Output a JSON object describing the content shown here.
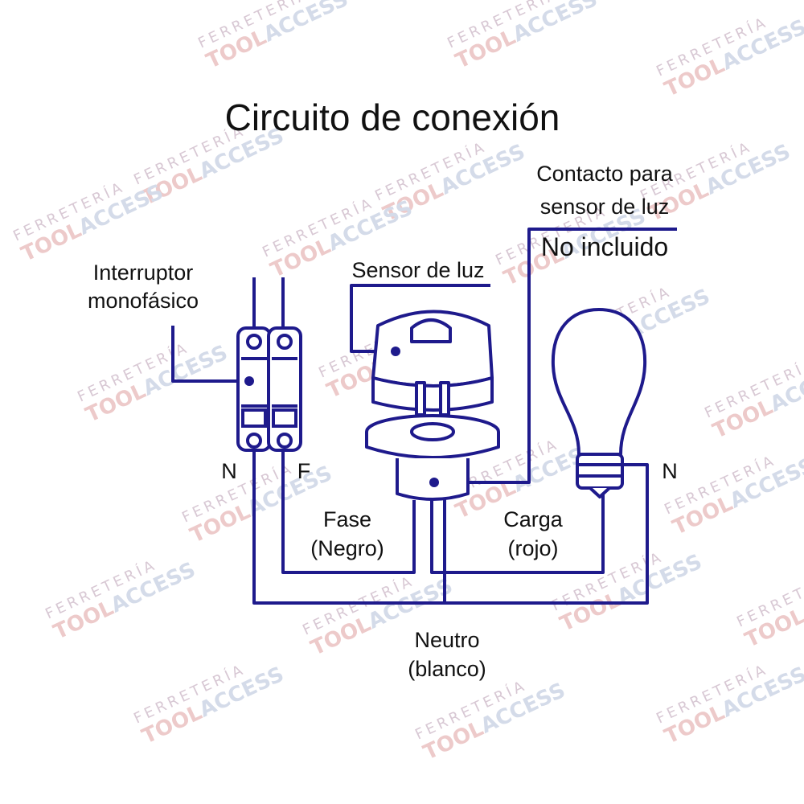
{
  "title": "Circuito de conexión",
  "watermark": {
    "line1": "FERRETERÍA",
    "line2a": "TOOL",
    "line2b": "ACCESS"
  },
  "labels": {
    "switch": [
      "Interruptor",
      "monofásico"
    ],
    "sensor": "Sensor de luz",
    "outlet": [
      "Contacto para",
      "sensor de luz"
    ],
    "not_included": "No incluido",
    "neutral_left": "N",
    "phase_left": "F",
    "neutral_right": "N",
    "phase_wire": [
      "Fase",
      "(Negro)"
    ],
    "load_wire": [
      "Carga",
      "(rojo)"
    ],
    "neutral_wire": [
      "Neutro",
      "(blanco)"
    ]
  },
  "colors": {
    "wire": "#1e1a8c",
    "text": "#111111"
  }
}
